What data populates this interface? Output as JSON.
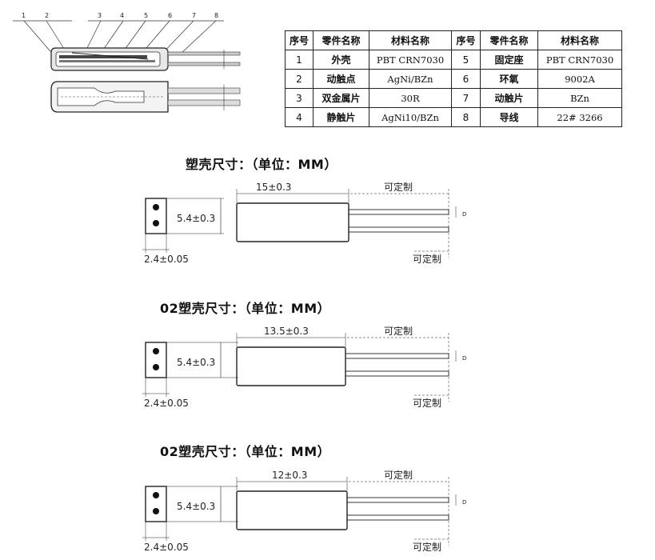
{
  "callouts": [
    "1",
    "2",
    "3",
    "4",
    "5",
    "6",
    "7",
    "8"
  ],
  "table": {
    "headers": [
      "序号",
      "零件名称",
      "材料名称",
      "序号",
      "零件名称",
      "材料名称"
    ],
    "rows": [
      [
        "1",
        "外壳",
        "PBT CRN7030",
        "5",
        "固定座",
        "PBT CRN7030"
      ],
      [
        "2",
        "动触点",
        "AgNi/BZn",
        "6",
        "环氧",
        "9002A"
      ],
      [
        "3",
        "双金属片",
        "30R",
        "7",
        "动触片",
        "BZn"
      ],
      [
        "4",
        "静触片",
        "AgNi10/BZn",
        "8",
        "导线",
        "22# 3266"
      ]
    ]
  },
  "sections": [
    {
      "title": "塑壳尺寸：（单位：MM）",
      "length": "15±0.3",
      "height": "5.4±0.3",
      "width": "2.4±0.05",
      "custom_top": "可定制",
      "custom_bottom": "可定制",
      "d_label": "D"
    },
    {
      "title": "02塑壳尺寸：（单位：MM）",
      "length": "13.5±0.3",
      "height": "5.4±0.3",
      "width": "2.4±0.05",
      "custom_top": "可定制",
      "custom_bottom": "可定制",
      "d_label": "D"
    },
    {
      "title": "02塑壳尺寸：（单位：MM）",
      "length": "12±0.3",
      "height": "5.4±0.3",
      "width": "2.4±0.05",
      "custom_top": "可定制",
      "custom_bottom": "可定制",
      "d_label": "D"
    }
  ]
}
